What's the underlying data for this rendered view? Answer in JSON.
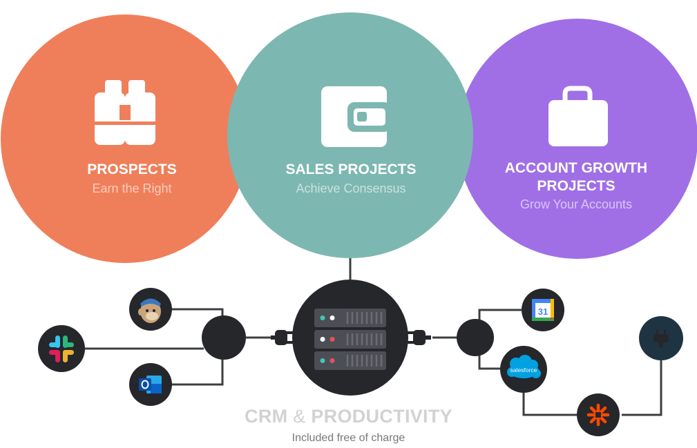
{
  "circles": [
    {
      "title_lines": [
        "PROSPECTS"
      ],
      "subtitle": "Earn the Right",
      "color": "#ef7f5a",
      "icon": "binoculars-icon"
    },
    {
      "title_lines": [
        "SALES PROJECTS"
      ],
      "subtitle": "Achieve Consensus",
      "color": "#7db7b1",
      "icon": "wallet-icon"
    },
    {
      "title_lines": [
        "ACCOUNT GROWTH",
        "PROJECTS"
      ],
      "subtitle": "Grow Your Accounts",
      "color": "#a06fe6",
      "icon": "briefcase-icon"
    }
  ],
  "integrations": {
    "left": [
      "mailchimp-icon",
      "slack-icon",
      "outlook-icon"
    ],
    "right": [
      "google-calendar-icon",
      "salesforce-icon",
      "zapier-icon",
      "plug-icon"
    ],
    "calendar_day": "31",
    "salesforce_text": "salesforce"
  },
  "footer": {
    "title_part1": "CRM",
    "amp": "&",
    "title_part2": "PRODUCTIVITY",
    "subtitle": "Included free of charge"
  },
  "colors": {
    "dark": "#26272b",
    "line": "#3d3e42",
    "server": "#4c4e55",
    "led_teal": "#43c7b0",
    "led_red": "#e8505b",
    "led_white": "#ffffff",
    "plug_circle": "#1f3442",
    "zapier": "#ff4a00"
  }
}
